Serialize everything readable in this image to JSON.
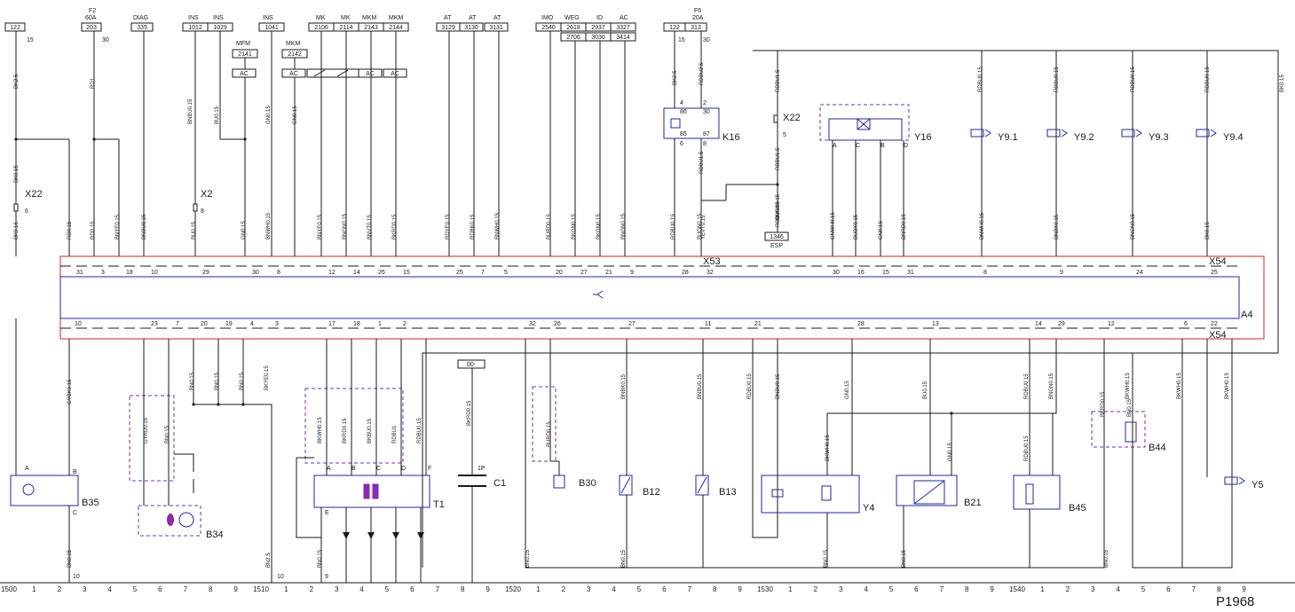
{
  "colors": {
    "wire": "#1a1a1a",
    "shield": "#7a2fb5",
    "component": "#1b2aa8",
    "connector_frame": "#d42020",
    "magnet": "#8a2ab5"
  },
  "page_code": "P1968",
  "top_fuse_labels": [
    {
      "text": "F2"
    },
    {
      "text": "60A"
    },
    {
      "text": "F6"
    },
    {
      "text": "20A"
    }
  ],
  "top_function_labels": [
    "DIAG",
    "INS",
    "INS",
    "INS",
    "MK",
    "MK",
    "MKM",
    "MKM",
    "AT",
    "AT",
    "AT",
    "IMO",
    "WEG",
    "ID",
    "AC",
    "MFM",
    "MKM"
  ],
  "top_terminals": [
    "15",
    "30",
    "15",
    "30"
  ],
  "top_ref_boxes": [
    "122",
    "203",
    "335",
    "1012",
    "1029",
    "1041",
    "2106",
    "2114",
    "2143",
    "2144",
    "3129",
    "3130",
    "3131",
    "2540",
    "2618",
    "2937",
    "3327",
    "2706",
    "3030",
    "3414",
    "122",
    "313",
    "2141",
    "2142",
    "1346"
  ],
  "ac_labels": [
    "AC",
    "AC",
    "AC",
    "AC",
    "AC"
  ],
  "esp_label": "ESP",
  "wire_labels": [
    "BK2.5",
    "RD1",
    "BNBU0.15",
    "BU0.15",
    "GN0.15",
    "GN0.15",
    "RDBU1.5",
    "RDBU1.5",
    "RDBU0.15",
    "RDBU0.15",
    "RDBU0.15",
    "RDBU0.15",
    "RDBU0.15",
    "BK0.15",
    "BK0.15",
    "BK0.15",
    "RD0.15",
    "RD0.15",
    "BNYE0.15",
    "BNBU0.15",
    "BU0.15",
    "GN0.15",
    "BNWH0.15",
    "BNYE0.15",
    "BNGN0.15",
    "BNVT0.15",
    "BKRD0.15",
    "RDYE0.15",
    "RDBK0.15",
    "BNWH0.15",
    "BURD0.15",
    "BKGN0.15",
    "BKGN0.15",
    "BNGN0.15",
    "RDBU0.15",
    "BUGN0.15",
    "GNWH0.15",
    "BUBK0.15",
    "GN0.15",
    "BNRD0.15",
    "BNWH0.15",
    "BNBK0.15",
    "BNGN0.15",
    "BK0.15",
    "BK2.5",
    "RDBU2.5",
    "RDBU1.5",
    "BNGN0.15",
    "YEVT0.15",
    "GYBK0.15",
    "GYRD0.15",
    "BN0.15",
    "BN0.15",
    "BN0.15",
    "BN0.15",
    "BKYE0.15",
    "BKWH0.15",
    "BKRD0.15",
    "BKBU0.15",
    "RDBU1",
    "RDBU0.15",
    "BKRD0.15",
    "BURD0.15",
    "BNBK0.15",
    "BNBU0.15",
    "RDBU0.15",
    "BNBU0.15",
    "GN0.15",
    "BKWH0.15",
    "BU0.15",
    "GN0.15",
    "RDBU0.15",
    "BNGN0.15",
    "RDBU0.15",
    "BKRD0.15",
    "BKWH0.15",
    "BKWH0.15",
    "BKWH0.15",
    "BN0.15",
    "BN2.5",
    "BN0.15",
    "BN0.15",
    "BN0.15",
    "BN0.15",
    "BN0.15",
    "BN0.15",
    "BN0.15",
    "RDBU0.15"
  ],
  "components": {
    "B35": "B35",
    "B34": "B34",
    "T1": "T1",
    "C1": "C1",
    "B30": "B30",
    "B12": "B12",
    "B13": "B13",
    "Y4": "Y4",
    "B21": "B21",
    "B45": "B45",
    "B44": "B44",
    "Y5": "Y5",
    "K16": "K16",
    "Y16": "Y16",
    "Y9_1": "Y9.1",
    "Y9_2": "Y9.2",
    "Y9_3": "Y9.3",
    "Y9_4": "Y9.4",
    "A4": "A4",
    "X53": "X53",
    "X54_top": "X54",
    "X54_bot": "X54",
    "X22a": "X22",
    "X22b": "X22",
    "X2": "X2"
  },
  "pin_labels": [
    "A",
    "B",
    "C",
    "D",
    "E",
    "F",
    "1",
    "2",
    "3",
    "4",
    "5",
    "6",
    "8",
    "15",
    "30",
    "85",
    "86",
    "87",
    "1P",
    "00-"
  ],
  "connector_top_pins": [
    "31",
    "3",
    "18",
    "10",
    "29",
    "30",
    "8",
    "12",
    "14",
    "26",
    "15",
    "25",
    "7",
    "5",
    "20",
    "27",
    "21",
    "9",
    "28",
    "32",
    "30",
    "16",
    "15",
    "31",
    "8",
    "9",
    "24",
    "25"
  ],
  "connector_bottom_pins": [
    "10",
    "23",
    "7",
    "20",
    "19",
    "4",
    "3",
    "17",
    "18",
    "1",
    "2",
    "32",
    "26",
    "27",
    "11",
    "21",
    "28",
    "13",
    "14",
    "29",
    "12",
    "6",
    "22"
  ],
  "bottom_ruler": [
    "1500",
    "1",
    "2",
    "3",
    "4",
    "5",
    "6",
    "7",
    "8",
    "9",
    "1510",
    "1",
    "2",
    "3",
    "4",
    "5",
    "6",
    "7",
    "8",
    "9",
    "1520",
    "1",
    "2",
    "3",
    "4",
    "5",
    "6",
    "7",
    "8",
    "9",
    "1530",
    "1",
    "2",
    "3",
    "4",
    "5",
    "6",
    "7",
    "8",
    "9",
    "1540",
    "1",
    "2",
    "3",
    "4",
    "5",
    "6",
    "7",
    "8",
    "9"
  ],
  "bottom_ground_terms": [
    "10",
    "10",
    "9"
  ]
}
